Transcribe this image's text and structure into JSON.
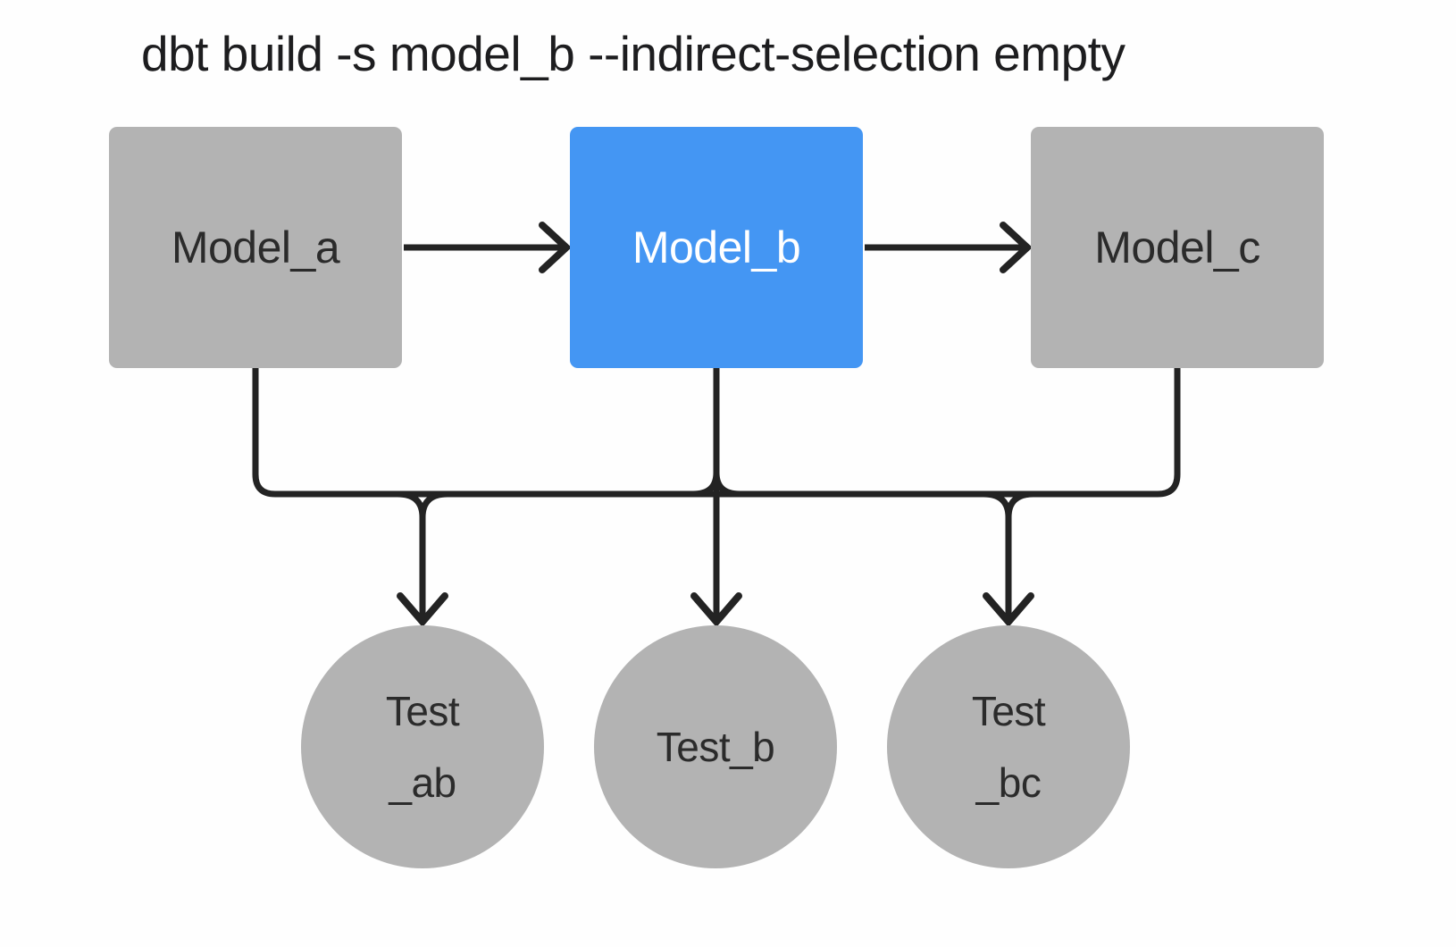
{
  "title": "dbt build -s model_b --indirect-selection empty",
  "colors": {
    "background": "#fefefe",
    "node_gray": "#b3b3b3",
    "selected_blue": "#4496f3",
    "edge_dark": "#232323",
    "text_dark": "#2b2b2b",
    "text_on_blue": "#ffffff"
  },
  "diagram": {
    "models": [
      {
        "id": "model_a",
        "label": "Model_a",
        "selected": false
      },
      {
        "id": "model_b",
        "label": "Model_b",
        "selected": true
      },
      {
        "id": "model_c",
        "label": "Model_c",
        "selected": false
      }
    ],
    "tests": [
      {
        "id": "test_ab",
        "line1": "Test",
        "line2": "_ab"
      },
      {
        "id": "test_b",
        "line1": "Test_b"
      },
      {
        "id": "test_bc",
        "line1": "Test",
        "line2": "_bc"
      }
    ],
    "edges": [
      "model_a -> model_b",
      "model_b -> model_c",
      "model_a -> test_ab",
      "model_b -> test_ab",
      "model_b -> test_b",
      "model_b -> test_bc",
      "model_c -> test_bc"
    ]
  }
}
